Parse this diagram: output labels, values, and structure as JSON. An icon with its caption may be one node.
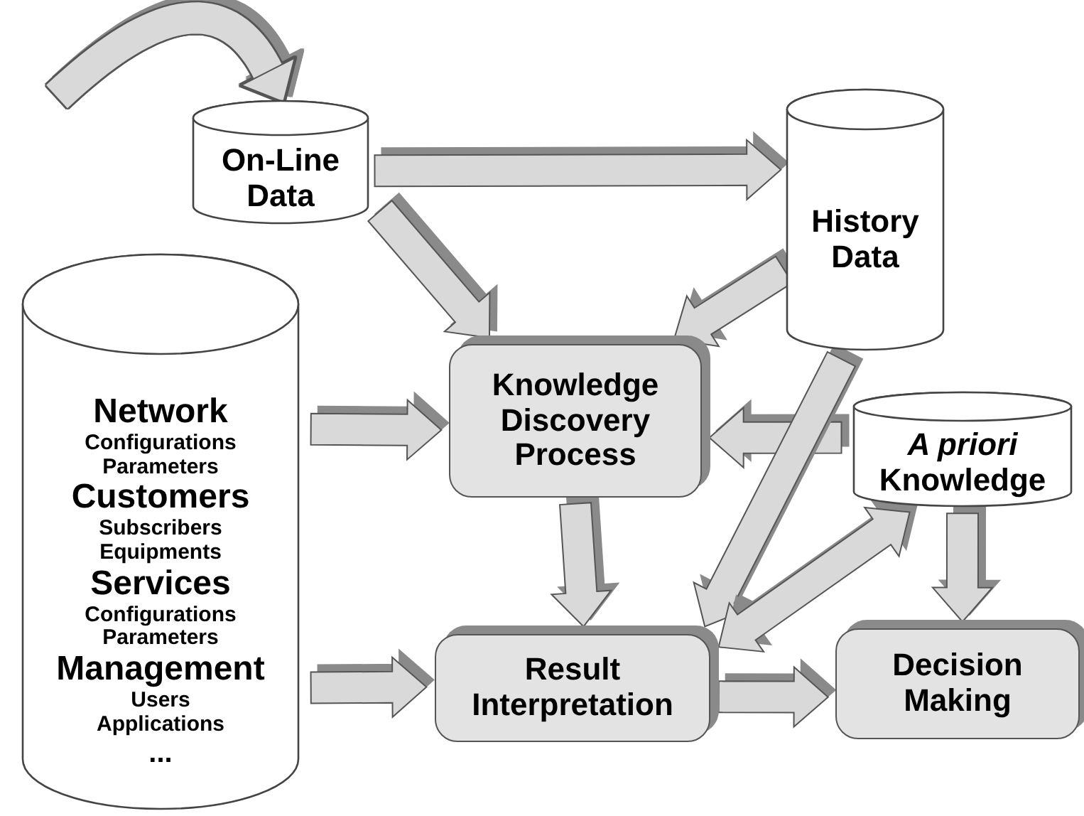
{
  "diagram": {
    "nodes": [
      {
        "text": [
          "On-Line Data"
        ]
      },
      {
        "text": [
          "History Data"
        ]
      },
      {
        "text": [
          "Network",
          "Configurations",
          "Parameters",
          "Customers",
          "Subscribers",
          "Equipments",
          "Services",
          "Configurations",
          "Parameters",
          "Management",
          "Users",
          "Applications",
          "..."
        ]
      },
      {
        "text": [
          "Knowledge Discovery Process"
        ]
      },
      {
        "text": [
          "*A priori* Knowledge"
        ]
      },
      {
        "text": [
          "Result Interpretation"
        ]
      },
      {
        "text": [
          "Decision Making"
        ]
      }
    ],
    "edges": [
      {
        "from": null,
        "to": 0,
        "arrow": "to"
      },
      {
        "from": 0,
        "to": 1,
        "arrow": "to"
      },
      {
        "from": 0,
        "to": 3,
        "arrow": "to"
      },
      {
        "from": 1,
        "to": 3,
        "arrow": "to"
      },
      {
        "from": 2,
        "to": 3,
        "arrow": "to"
      },
      {
        "from": 4,
        "to": 3,
        "arrow": "to"
      },
      {
        "from": 3,
        "to": 5,
        "arrow": "to"
      },
      {
        "from": 1,
        "to": 5,
        "arrow": "to"
      },
      {
        "from": 5,
        "to": 4,
        "arrow": "both"
      },
      {
        "from": 2,
        "to": 5,
        "arrow": "to"
      },
      {
        "from": 4,
        "to": 6,
        "arrow": "to"
      },
      {
        "from": 5,
        "to": 6,
        "arrow": "to"
      }
    ]
  }
}
